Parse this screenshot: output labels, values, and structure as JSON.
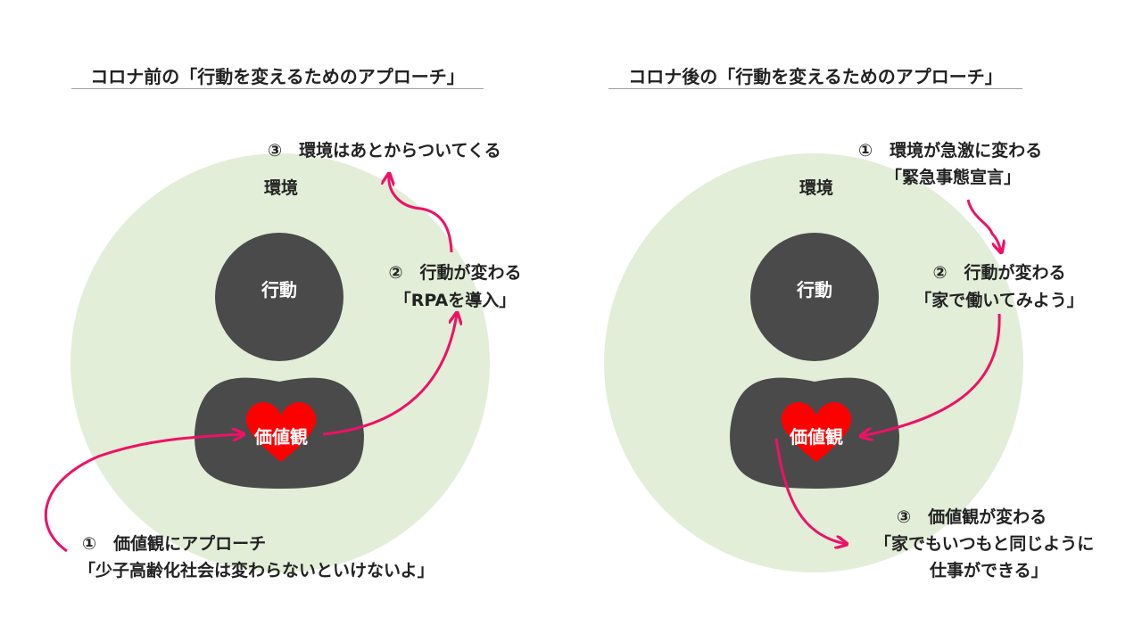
{
  "colors": {
    "environment": "#e2eed8",
    "person": "#4a4a4a",
    "heart": "#ff0000",
    "arrow": "#ee1166"
  },
  "left": {
    "title": "コロナ前の「行動を変えるためのアプローチ」",
    "environment_label": "環境",
    "action_label": "行動",
    "values_label": "価値観",
    "step1_line1": "①　価値観にアプローチ",
    "step1_line2": "「少子高齢化社会は変わらないといけないよ」",
    "step2_line1": "②　行動が変わる",
    "step2_line2": "「RPAを導入」",
    "step3_line1": "③　環境はあとからついてくる"
  },
  "right": {
    "title": "コロナ後の「行動を変えるためのアプローチ」",
    "environment_label": "環境",
    "action_label": "行動",
    "values_label": "価値観",
    "step1_line1": "①　環境が急激に変わる",
    "step1_line2": "「緊急事態宣言」",
    "step2_line1": "②　行動が変わる",
    "step2_line2": "「家で働いてみよう」",
    "step3_line1": "③　価値観が変わる",
    "step3_line2": "「家でもいつもと同じように",
    "step3_line3": "仕事ができる」"
  }
}
